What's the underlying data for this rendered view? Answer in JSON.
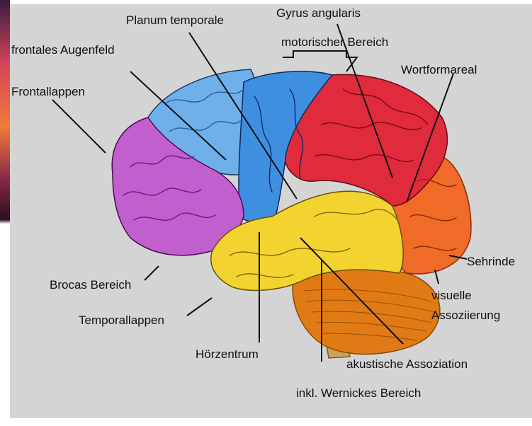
{
  "labels": {
    "planum_temporale": "Planum temporale",
    "gyrus_angularis": "Gyrus angularis",
    "motorischer_bereich": "motorischer Bereich",
    "frontales_augenfeld": "frontales Augenfeld",
    "frontallappen": "Frontallappen",
    "wortformareal": "Wortformareal",
    "sehrinde": "Sehrinde",
    "visuelle": "visuelle",
    "assoziierung": "Assoziierung",
    "brocas_bereich": "Brocas Bereich",
    "temporallappen": "Temporallappen",
    "hoerzentrum": "Hörzentrum",
    "akustische_assoziation": "akustische Assoziation",
    "wernickes_bereich": "inkl. Wernickes Bereich"
  },
  "colors": {
    "background": "#d4d4d4",
    "frontal_lobe": "#c25fcf",
    "motor_area": "#3f8fe0",
    "premotor_area": "#6fb0ea",
    "parietal_area": "#e02b3c",
    "occipital_area": "#f06a28",
    "temporal_lobe": "#f2d330",
    "cerebellum": "#e07a14",
    "brainstem": "#c9a45a"
  }
}
